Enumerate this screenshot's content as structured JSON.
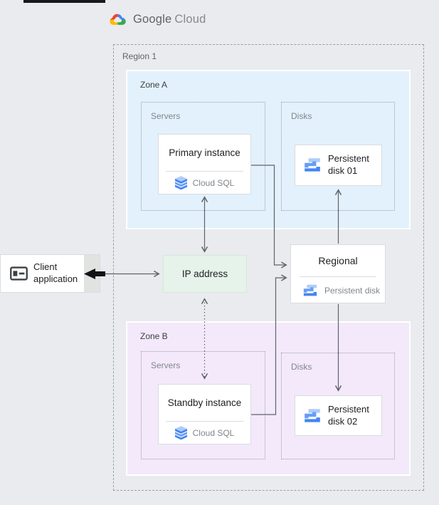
{
  "colors": {
    "bg": "#e9ebee",
    "zone_a_bg": "#e2f1fc",
    "zone_b_bg": "#f3e9fb",
    "ip_bg": "#e6f3ea",
    "card_border": "#dadce0",
    "line": "#5f6368",
    "label_gray": "#80868b",
    "text_dark": "#202124",
    "region_border": "#9aa0a6",
    "brand_gray": "#5f6368",
    "blue_500": "#4285f4",
    "blue_300": "#669df6",
    "blue_100": "#aecbfa",
    "red_500": "#ea4335",
    "yellow_500": "#fbbc04",
    "green_500": "#34a853",
    "icon_dark": "#3c4043"
  },
  "header": {
    "brand_primary": "Google",
    "brand_secondary": "Cloud",
    "logo_icon": "google-cloud-logo-icon"
  },
  "diagram": {
    "region_label": "Region 1",
    "zone_a": {
      "label": "Zone A",
      "servers_label": "Servers",
      "disks_label": "Disks",
      "primary_instance": {
        "title": "Primary instance",
        "product": "Cloud SQL",
        "icon": "cloud-sql-icon"
      },
      "disk01": {
        "label": "Persistent disk 01",
        "icon": "persistent-disk-icon"
      }
    },
    "zone_b": {
      "label": "Zone B",
      "servers_label": "Servers",
      "disks_label": "Disks",
      "standby_instance": {
        "title": "Standby instance",
        "product": "Cloud SQL",
        "icon": "cloud-sql-icon"
      },
      "disk02": {
        "label": "Persistent disk 02",
        "icon": "persistent-disk-icon"
      }
    },
    "ip_box": {
      "label": "IP address"
    },
    "regional": {
      "title": "Regional",
      "subtitle": "Persistent disk",
      "icon": "persistent-disk-icon"
    },
    "client": {
      "label": "Client application",
      "icon": "client-application-icon"
    }
  }
}
